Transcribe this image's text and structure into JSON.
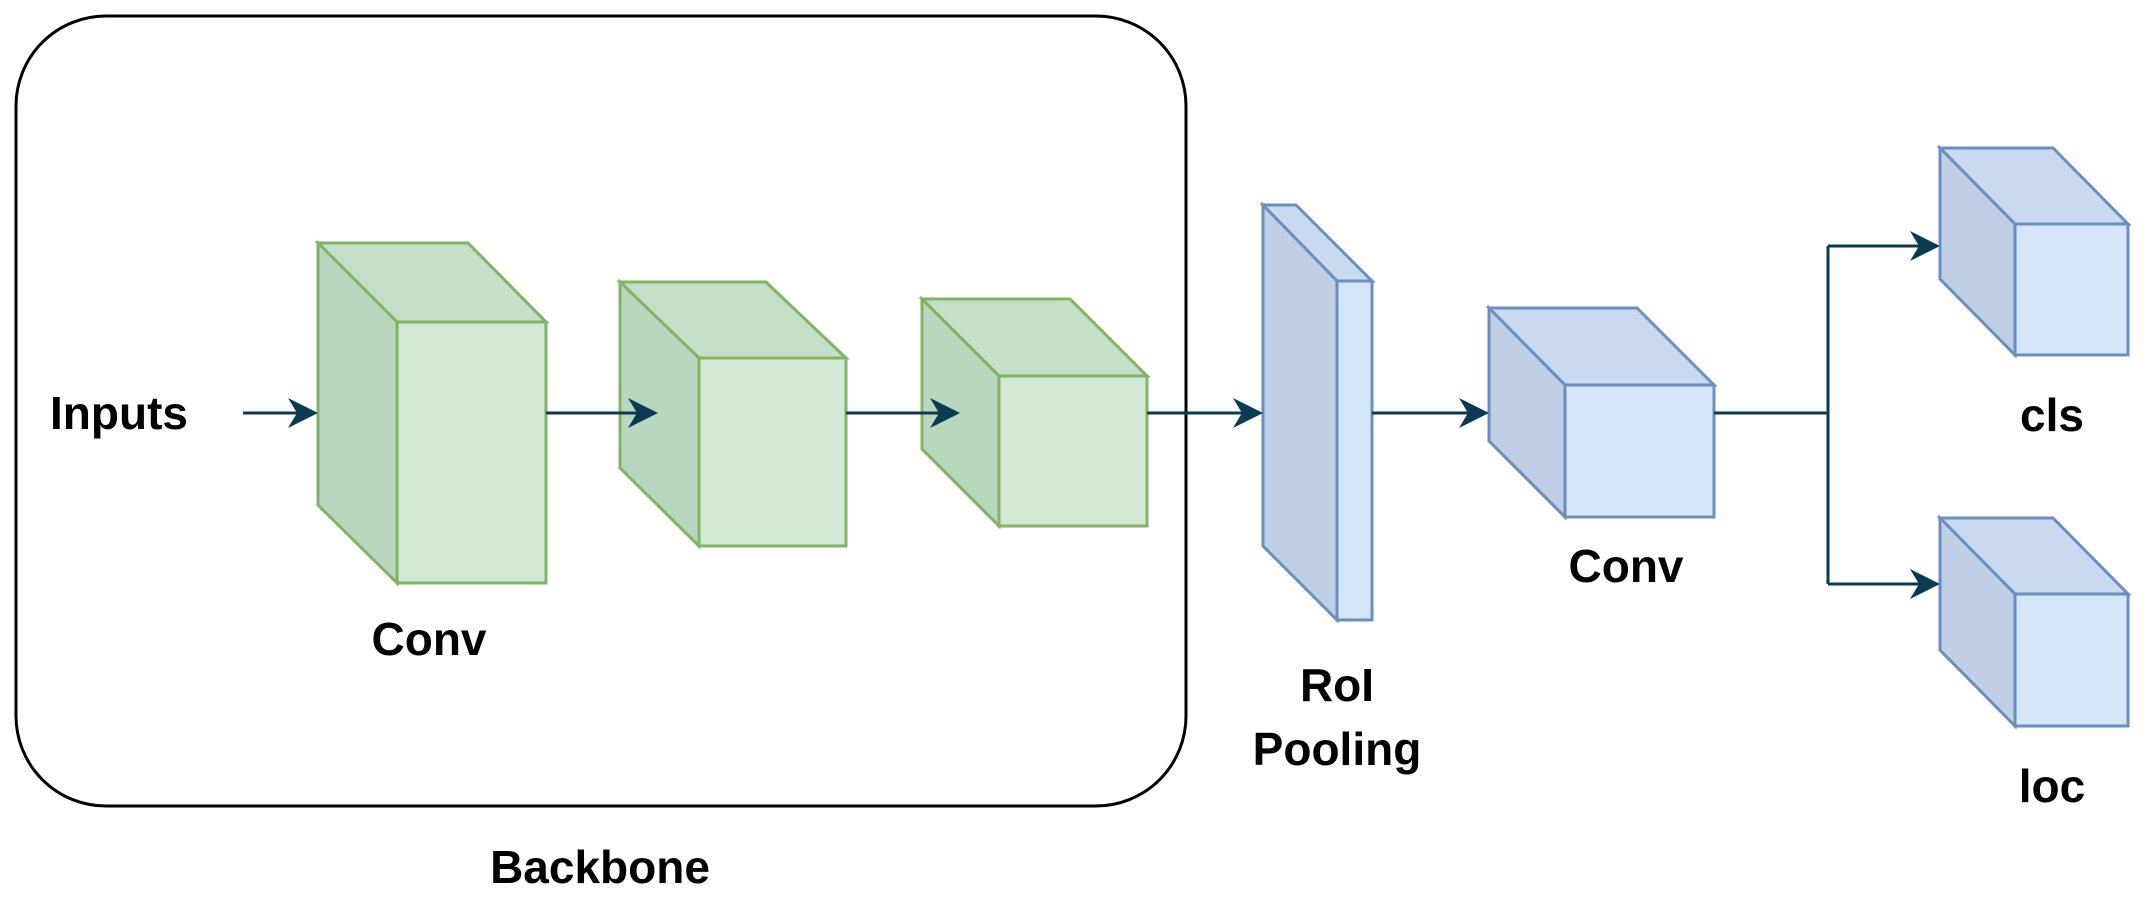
{
  "labels": {
    "inputs": "Inputs",
    "backbone_conv": "Conv",
    "backbone": "Backbone",
    "roi_line1": "RoI",
    "roi_line2": "Pooling",
    "head_conv": "Conv",
    "cls": "cls",
    "loc": "loc"
  },
  "colors": {
    "green_front": "#d0e8d4",
    "green_side": "#b9d6be",
    "green_top": "#c5dfc9",
    "green_stroke": "#82b366",
    "blue_front": "#d4e6fa",
    "blue_side": "#bfcfe6",
    "blue_top": "#c9daf0",
    "blue_stroke": "#6c8ebf",
    "arrow": "#0b3b52",
    "frame": "#000000"
  }
}
